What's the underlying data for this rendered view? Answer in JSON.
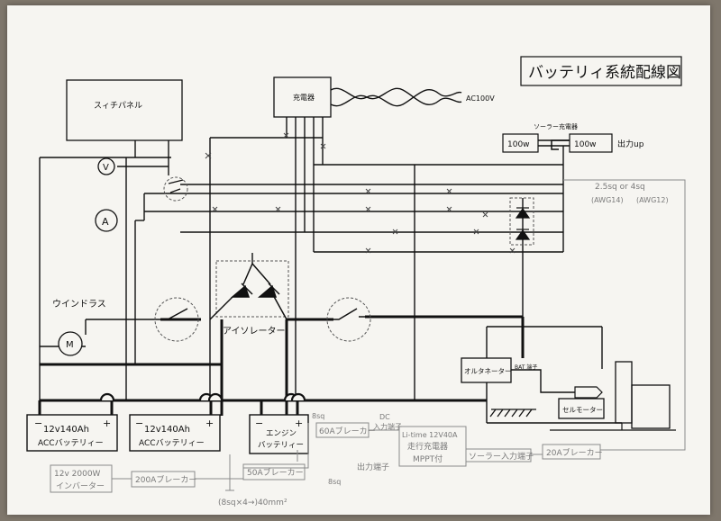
{
  "title": "バッテリィ系統配線図",
  "labels": {
    "switch_panel": "スィチパネル",
    "charger": "充電器",
    "ac": "AC100V",
    "solar_charger": "ソーラー充電器",
    "solar_left": "100w",
    "solar_right": "100w",
    "output_up": "出力up",
    "wire_size": "2.5sq or 4sq",
    "awg_left": "(AWG14)",
    "awg_right": "(AWG12)",
    "voltmeter": "V",
    "ammeter": "A",
    "windlass": "ウインドラス",
    "motor": "M",
    "isolator": "アイソレーター",
    "alternator": "オルタネーター",
    "bat_terminal": "BAT\n端子",
    "starter": "セルモーター"
  },
  "batteries": [
    {
      "line1": "12v140Ah",
      "line2": "ACCバッテリィー"
    },
    {
      "line1": "12v140Ah",
      "line2": "ACCバッテリィー"
    },
    {
      "line1": "エンジン",
      "line2": "バッテリィー"
    }
  ],
  "handwritten": {
    "b60": "60Aブレーカー",
    "dc": "DC",
    "dc_in": "入力端子",
    "lt1": "Li-time 12V40A",
    "lt2": "走行充電器",
    "lt3": "MPPT付",
    "solar_in": "ソーラー入力端子",
    "b20": "20Aブレーカー",
    "inv1": "12v 2000W",
    "inv2": "インバーター",
    "b200": "200Aブレーカー",
    "b50": "50Aブレーカー",
    "out": "出力端子",
    "sq8a": "8sq",
    "sq8b": "8sq",
    "cable": "(8sq×4→)40mm²"
  }
}
